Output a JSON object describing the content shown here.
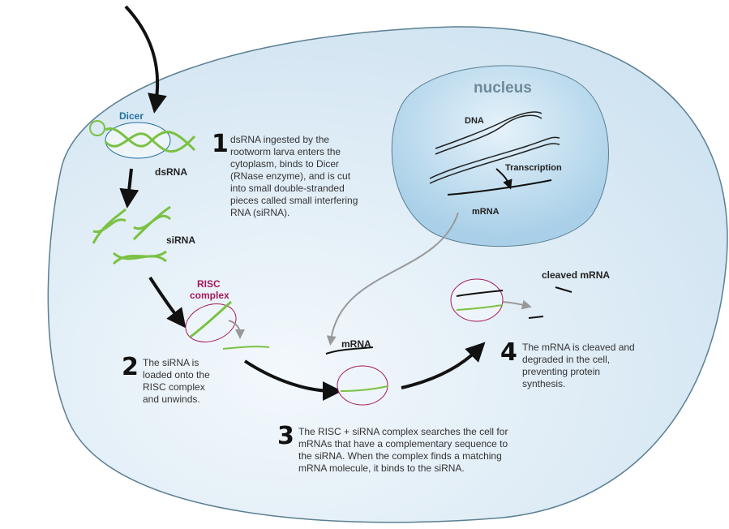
{
  "title_nucleus": "nucleus",
  "labels": {
    "dicer": "Dicer",
    "dsrna": "dsRNA",
    "sirna": "siRNA",
    "risc": "RISC",
    "complex": "complex",
    "dna": "DNA",
    "transcription": "Transcription",
    "mrna_nucleus": "mRNA",
    "mrna_cyto": "mRNA",
    "cleaved": "cleaved mRNA"
  },
  "steps": [
    {
      "num": "1",
      "text": "dsRNA ingested by the rootworm larva enters the cytoplasm, binds to Dicer (RNase enzyme), and is cut into small double-stranded pieces called small interfering RNA (siRNA)."
    },
    {
      "num": "2",
      "text": "The siRNA is loaded onto the RISC complex and unwinds."
    },
    {
      "num": "3",
      "text": "The RISC + siRNA complex searches the cell for mRNAs that have a complementary sequence to the siRNA. When the complex finds a matching mRNA molecule, it binds to the siRNA."
    },
    {
      "num": "4",
      "text": "The mRNA is cleaved and degraded in the cell, preventing protein synthesis."
    }
  ],
  "colors": {
    "cell_fill": "#d8e8f4",
    "cell_stroke": "#5a7f91",
    "nucleus_fill": "#b9d8ec",
    "rna_green": "#7ac143",
    "dicer_blue": "#1f6fa0",
    "risc_magenta": "#a3195b",
    "nucleus_title": "#6d8a99"
  }
}
